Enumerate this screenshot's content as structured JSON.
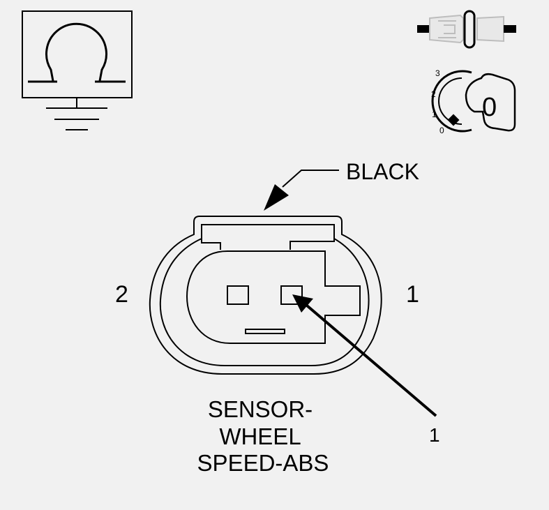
{
  "connector": {
    "color_label": "BLACK",
    "name_lines": [
      "SENSOR-",
      "WHEEL",
      "SPEED-ABS"
    ],
    "cavity_labels": [
      "2",
      "1"
    ],
    "callout_label": "1"
  },
  "ignition": {
    "dial_numbers": [
      "3",
      "2",
      "1",
      "0"
    ],
    "key_position": "0"
  },
  "icons": {
    "ohmmeter": "ohm-meter-ground-icon",
    "disconnect": "disconnect-connector-icon",
    "ignition": "ignition-key-icon"
  },
  "colors": {
    "background": "#f1f1f1",
    "line": "#000000",
    "icon_faded": "#bdbdbd"
  }
}
